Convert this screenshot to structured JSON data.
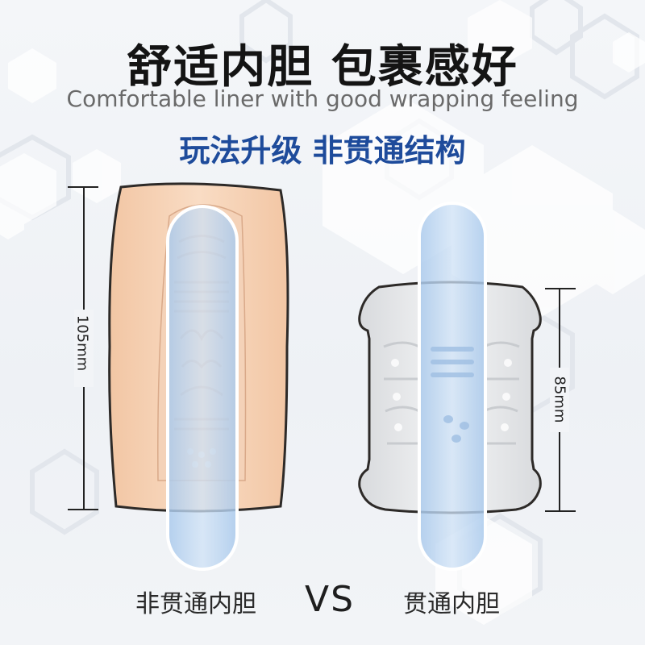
{
  "header": {
    "title": "舒适内胆 包裹感好",
    "subtitle": "Comfortable liner with good wrapping feeling",
    "tagline": "玩法升级 非贯通结构"
  },
  "comparison": {
    "left": {
      "label": "非贯通内胆",
      "dimension": "105mm"
    },
    "vs": "VS",
    "right": {
      "label": "贯通内胆",
      "dimension": "85mm"
    }
  },
  "colors": {
    "title": "#141414",
    "tagline": "#1e4b9b",
    "skin": "#f6d0b2",
    "blue_rod": "#b9d6f3"
  }
}
